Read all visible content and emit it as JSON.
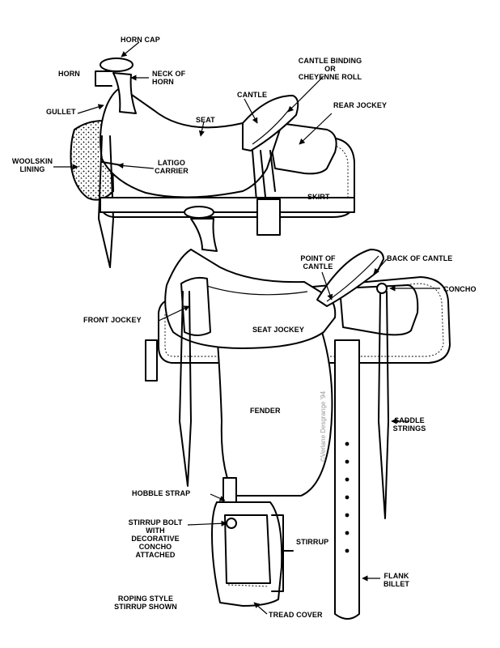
{
  "labels": {
    "horn_cap": "HORN CAP",
    "horn": "HORN",
    "neck_of_horn": "NECK OF\nHORN",
    "cantle_binding": "CANTLE BINDING\nOR\nCHEYENNE ROLL",
    "cantle": "CANTLE",
    "rear_jockey": "REAR JOCKEY",
    "gullet": "GULLET",
    "seat": "SEAT",
    "woolskin_lining": "WOOLSKIN\nLINING",
    "latigo_carrier": "LATIGO\nCARRIER",
    "skirt": "SKIRT",
    "point_of_cantle": "POINT OF\nCANTLE",
    "back_of_cantle": "BACK OF CANTLE",
    "concho": "CONCHO",
    "front_jockey": "FRONT JOCKEY",
    "seat_jockey": "SEAT JOCKEY",
    "fender": "FENDER",
    "saddle_strings": "SADDLE\nSTRINGS",
    "hobble_strap": "HOBBLE  STRAP",
    "stirrup_bolt": "STIRRUP BOLT\nWITH\nDECORATIVE CONCHO\nATTACHED",
    "stirrup": "STIRRUP",
    "flank_billet": "FLANK\nBILLET",
    "roping_style": "ROPING STYLE\nSTIRRUP SHOWN",
    "tread_cover": "TREAD COVER"
  },
  "credit": "©Verlane Desgrange '94",
  "colors": {
    "ink": "#000000",
    "paper": "#ffffff",
    "credit": "#999999"
  }
}
